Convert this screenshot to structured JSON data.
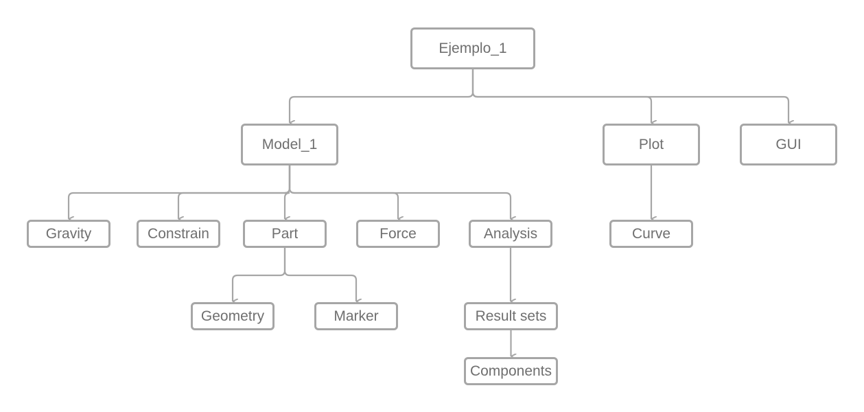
{
  "colors": {
    "stroke": "#a6a6a6",
    "text": "#6f6f6f",
    "background": "#ffffff"
  },
  "nodes": {
    "ejemplo": "Ejemplo_1",
    "model": "Model_1",
    "plot": "Plot",
    "gui": "GUI",
    "gravity": "Gravity",
    "constrain": "Constrain",
    "part": "Part",
    "force": "Force",
    "analysis": "Analysis",
    "curve": "Curve",
    "geometry": "Geometry",
    "marker": "Marker",
    "result_sets": "Result sets",
    "components": "Components"
  },
  "edges": [
    [
      "ejemplo",
      "model"
    ],
    [
      "ejemplo",
      "plot"
    ],
    [
      "ejemplo",
      "gui"
    ],
    [
      "model",
      "gravity"
    ],
    [
      "model",
      "constrain"
    ],
    [
      "model",
      "part"
    ],
    [
      "model",
      "force"
    ],
    [
      "model",
      "analysis"
    ],
    [
      "plot",
      "curve"
    ],
    [
      "part",
      "geometry"
    ],
    [
      "part",
      "marker"
    ],
    [
      "analysis",
      "result_sets"
    ],
    [
      "result_sets",
      "components"
    ]
  ]
}
